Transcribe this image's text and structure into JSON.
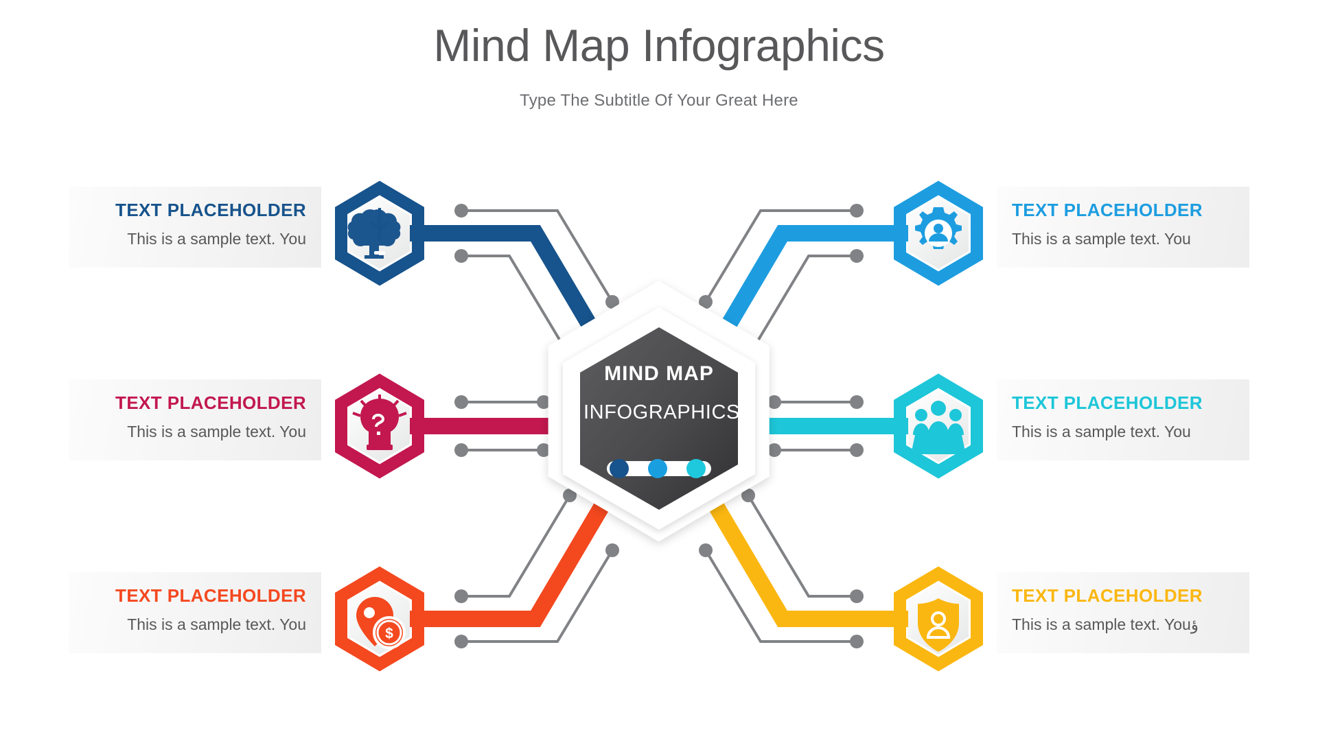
{
  "header": {
    "title": "Mind Map Infographics",
    "subtitle": "Type The Subtitle Of Your Great Here"
  },
  "center": {
    "title": "MIND MAP",
    "subtitle": "INFOGRAPHICS",
    "fill_from": "#5a5a5c",
    "fill_to": "#343436",
    "dots": [
      "#17538c",
      "#199fe0",
      "#1fc9dd"
    ]
  },
  "nodes": [
    {
      "id": "node-top-left",
      "side": "left",
      "row": "top",
      "title": "TEXT PLACEHOLDER",
      "body": "This is a sample text. You",
      "color": "#17538c",
      "icon": "brain-bulb-icon"
    },
    {
      "id": "node-top-right",
      "side": "right",
      "row": "top",
      "title": "TEXT PLACEHOLDER",
      "body": "This is a sample text. You",
      "color": "#1d9de0",
      "icon": "gear-user-icon"
    },
    {
      "id": "node-mid-left",
      "side": "left",
      "row": "middle",
      "title": "TEXT PLACEHOLDER",
      "body": "This is a sample text. You",
      "color": "#c2174f",
      "icon": "head-idea-icon"
    },
    {
      "id": "node-mid-right",
      "side": "right",
      "row": "middle",
      "title": "TEXT PLACEHOLDER",
      "body": "This is a sample text. You",
      "color": "#1dc6d8",
      "icon": "team-meeting-icon"
    },
    {
      "id": "node-bottom-left",
      "side": "left",
      "row": "bottom",
      "title": "TEXT PLACEHOLDER",
      "body": "This is a sample text. You",
      "color": "#f4481f",
      "icon": "location-money-icon"
    },
    {
      "id": "node-bottom-right",
      "side": "right",
      "row": "bottom",
      "title": "TEXT PLACEHOLDER",
      "body": "This is a sample text. Youؤ",
      "color": "#fbb711",
      "icon": "shield-user-icon"
    }
  ],
  "connector": {
    "guide_line_color": "#808285",
    "guide_dot_color": "#808285"
  }
}
